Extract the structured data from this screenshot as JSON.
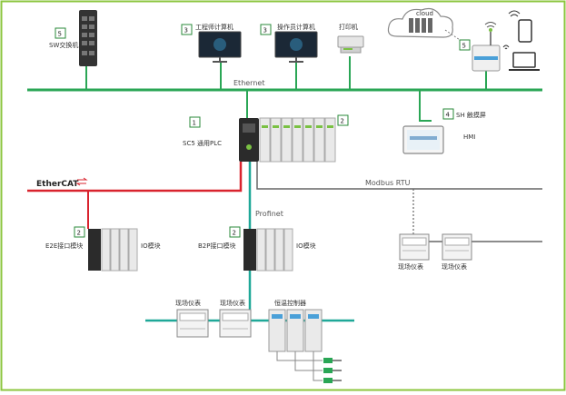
{
  "nodes": {
    "switch": {
      "badge": "5",
      "label": "SW交换机"
    },
    "eng_pc": {
      "badge": "3",
      "label": "工程师计算机"
    },
    "op_pc": {
      "badge": "3",
      "label": "操作员计算机"
    },
    "printer": {
      "label": "打印机"
    },
    "cloud": {
      "label": "cloud"
    },
    "gateway": {
      "badge": "5"
    },
    "hmi": {
      "badge": "4",
      "label": "SH 触摸屏",
      "sublabel": "HMI"
    },
    "cpu": {
      "badge": "1",
      "label": "SC5 通用PLC"
    },
    "cpu_io": {
      "badge": "2"
    },
    "ethercat_coupler": {
      "badge": "2",
      "label": "E2E接口模块",
      "io_label": "IO模块"
    },
    "profinet_coupler": {
      "badge": "2",
      "label": "B2P接口模块",
      "io_label": "IO模块"
    },
    "field1": {
      "label": "现场仪表"
    },
    "field2": {
      "label": "现场仪表"
    },
    "field3": {
      "label": "现场仪表"
    },
    "field4": {
      "label": "现场仪表"
    },
    "temp_ctrl": {
      "label": "恒温控制器"
    }
  },
  "networks": {
    "ethernet": "Ethernet",
    "ethercat": "EtherCAT",
    "modbus": "Modbus RTU",
    "profinet": "Profinet"
  },
  "colors": {
    "ethernet": "#2aa655",
    "ethercat": "#d9232e",
    "profinet": "#1fa898",
    "modbus": "#666666",
    "badge_border": "#2a8a3a",
    "frame": "#8cc63f"
  }
}
